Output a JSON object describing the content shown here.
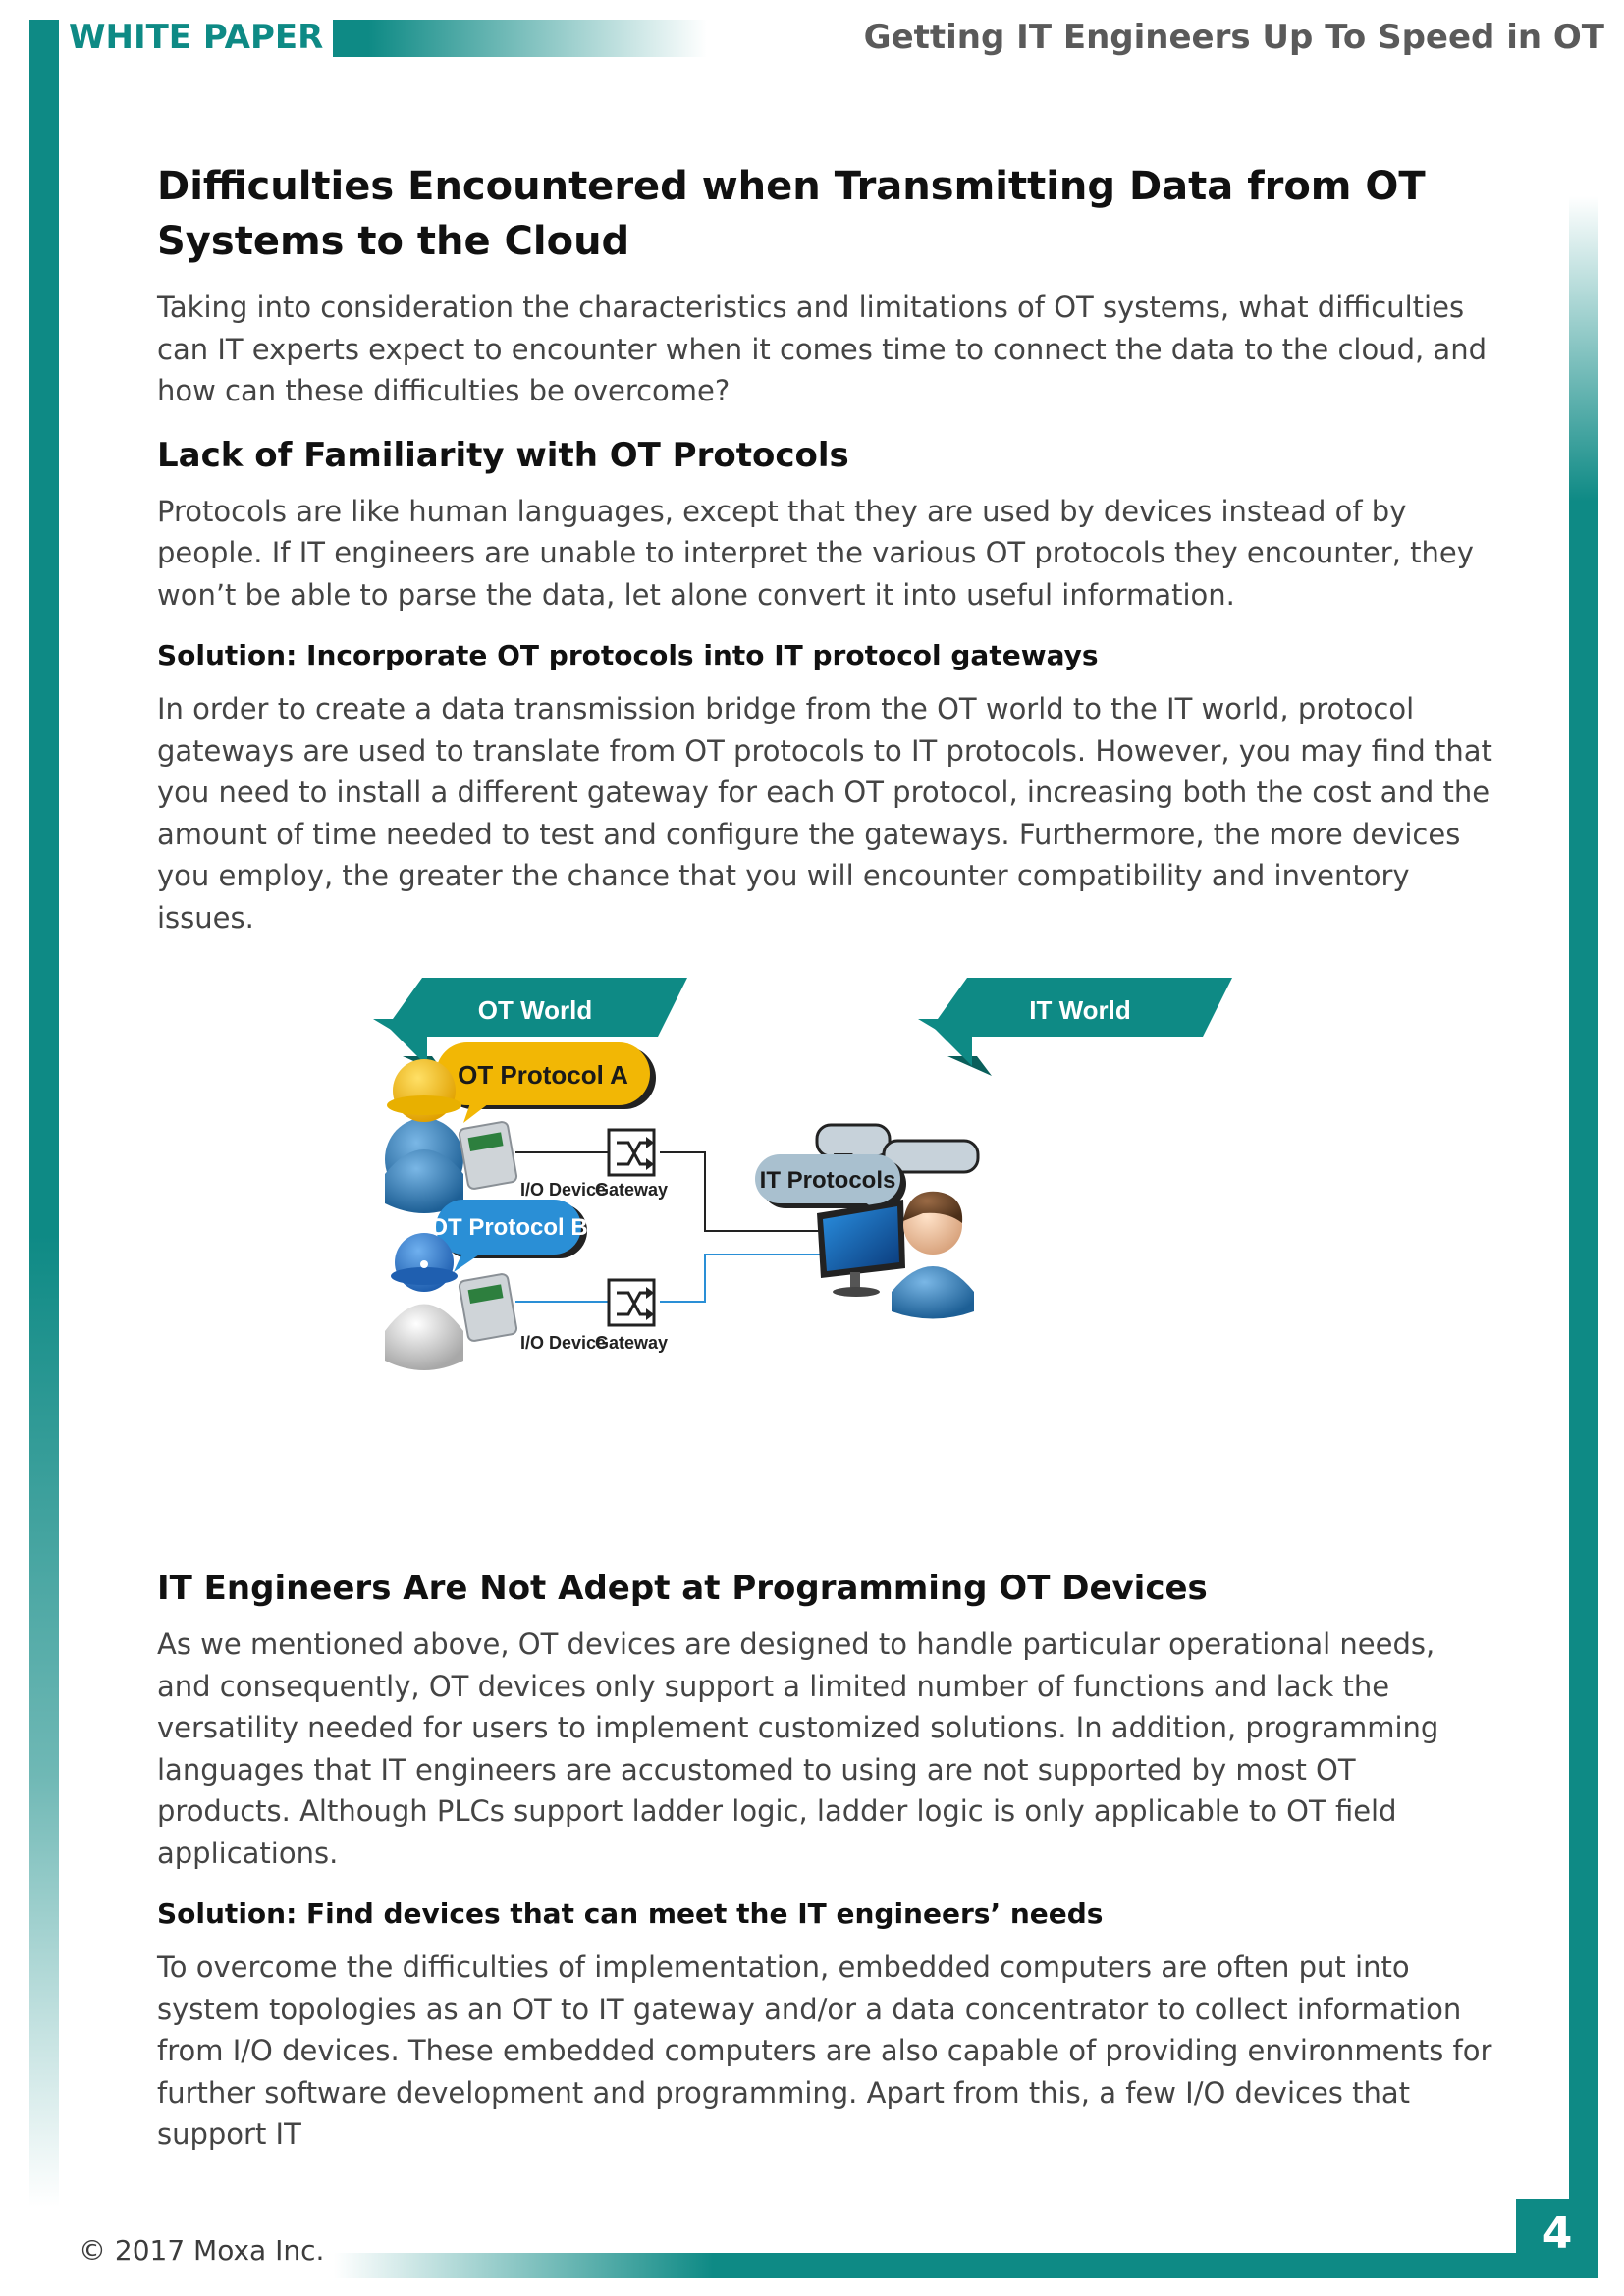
{
  "header": {
    "label": "WHITE PAPER",
    "title": "Getting IT Engineers Up To Speed in OT"
  },
  "footer": {
    "copyright": "© 2017 Moxa Inc.",
    "page_number": "4"
  },
  "section1": {
    "heading": "Difficulties Encountered when Transmitting Data from OT Systems to the Cloud",
    "intro": "Taking into consideration the characteristics and limitations of OT systems, what difficulties can IT experts expect to encounter when it comes time to connect the data to the cloud, and how can these difficulties be overcome?"
  },
  "section2": {
    "heading": "Lack of Familiarity with OT Protocols",
    "body": "Protocols are like human languages, except that they are used by devices instead of by people. If IT engineers are unable to interpret the various OT protocols they encounter, they won’t be able to parse the data, let alone convert it into useful information.",
    "solution_heading": "Solution: Incorporate OT protocols into IT protocol gateways",
    "solution_body": "In order to create a data transmission bridge from the OT world to the IT world, protocol gateways are used to translate from OT protocols to IT protocols. However, you may find that you need to install a different gateway for each OT protocol, increasing both the cost and the amount of time needed to test and configure the gateways. Furthermore, the more devices you employ, the greater the chance that you will encounter compatibility and inventory issues."
  },
  "figure": {
    "ot_world": "OT World",
    "it_world": "IT World",
    "ot_protocol_a": "OT Protocol A",
    "ot_protocol_b": "OT Protocol B",
    "it_protocols": "IT Protocols",
    "io_device": "I/O Device",
    "gateway": "Gateway",
    "colors": {
      "teal": "#0e8a85",
      "yellow": "#f2b705",
      "blue": "#2a8fd6",
      "gray_bubble": "#a9c0cf"
    }
  },
  "section3": {
    "heading": "IT Engineers Are Not Adept at Programming OT Devices",
    "body": "As we mentioned above, OT devices are designed to handle particular operational needs, and consequently, OT devices only support a limited number of functions and lack the versatility needed for users to implement customized solutions. In addition, programming languages that IT engineers are accustomed to using are not supported by most OT products. Although PLCs support ladder logic, ladder logic is only applicable to OT field applications.",
    "solution_heading": "Solution: Find devices that can meet the IT engineers’ needs",
    "solution_body": "To overcome the difficulties of implementation, embedded computers are often put into system topologies as an OT to IT gateway and/or a data concentrator to collect information from I/O devices. These embedded computers are also capable of providing environments for further software development and programming. Apart from this, a few I/O devices that support IT"
  }
}
